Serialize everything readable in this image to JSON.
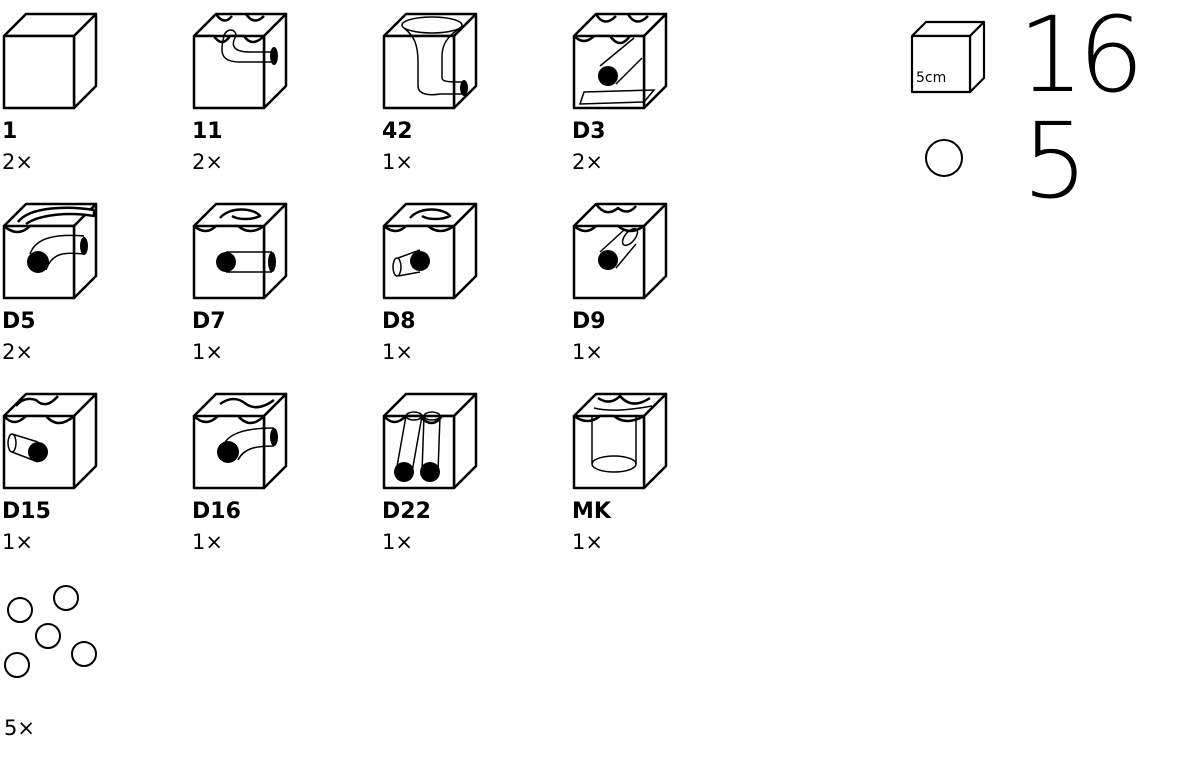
{
  "pieces": [
    {
      "code": "1",
      "qty": "2×",
      "icon": "plain-cube"
    },
    {
      "code": "11",
      "qty": "2×",
      "icon": "curve-channel-cube"
    },
    {
      "code": "42",
      "qty": "1×",
      "icon": "funnel-cube"
    },
    {
      "code": "D3",
      "qty": "2×",
      "icon": "double-channel-cube"
    },
    {
      "code": "D5",
      "qty": "2×",
      "icon": "long-curve-cube"
    },
    {
      "code": "D7",
      "qty": "1×",
      "icon": "tube-side-exit-cube"
    },
    {
      "code": "D8",
      "qty": "1×",
      "icon": "tube-left-exit-cube"
    },
    {
      "code": "D9",
      "qty": "1×",
      "icon": "diagonal-tube-cube"
    },
    {
      "code": "D15",
      "qty": "1×",
      "icon": "switch-left-cube"
    },
    {
      "code": "D16",
      "qty": "1×",
      "icon": "switch-right-cube"
    },
    {
      "code": "D22",
      "qty": "1×",
      "icon": "twin-tube-cube"
    },
    {
      "code": "MK",
      "qty": "1×",
      "icon": "landing-cube"
    }
  ],
  "marbles": {
    "qty": "5×",
    "icon": "marble-icon"
  },
  "summary": {
    "cube_unit": "5cm",
    "total_blocks": "16",
    "total_marbles": "5"
  }
}
